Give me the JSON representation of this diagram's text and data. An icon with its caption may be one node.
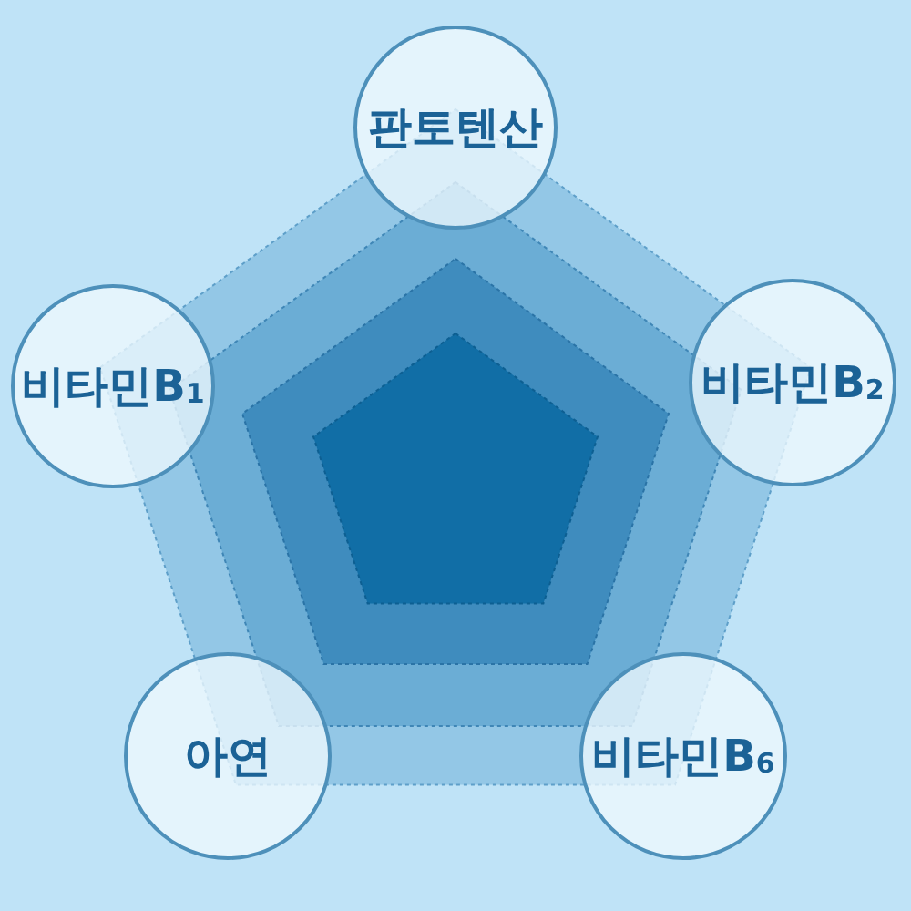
{
  "diagram": {
    "nodes": [
      {
        "text": [
          "판토텐산"
        ]
      },
      {
        "text": [
          "비타민B$_{1}$"
        ]
      },
      {
        "text": [
          "비타민B$_{2}$"
        ]
      },
      {
        "text": [
          "아연"
        ]
      },
      {
        "text": [
          "비타민B$_{6}$"
        ]
      }
    ]
  }
}
